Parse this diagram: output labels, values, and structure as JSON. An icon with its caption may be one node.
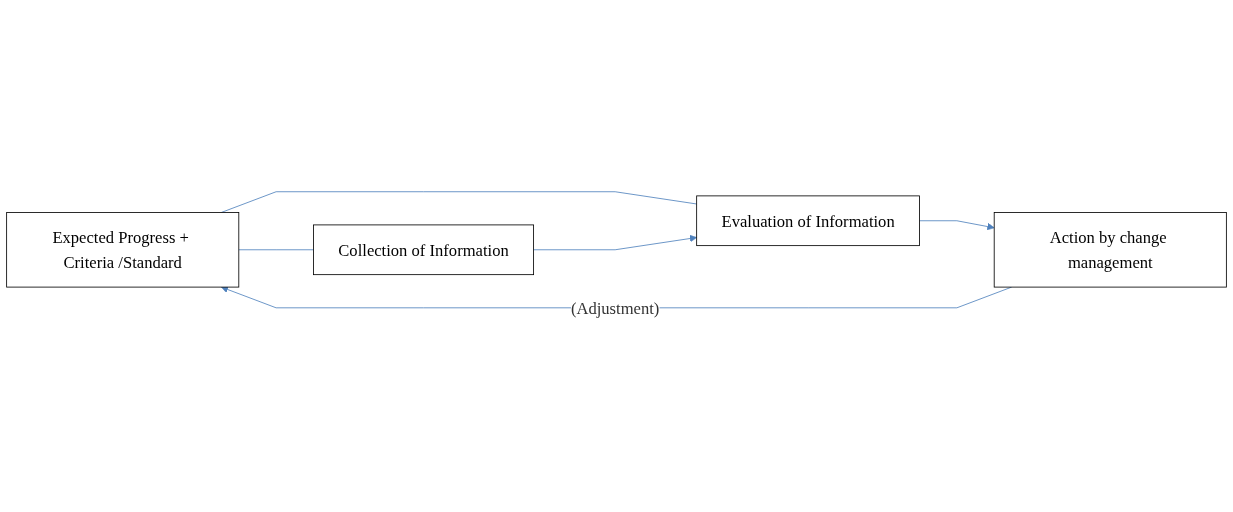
{
  "diagram": {
    "nodes": [
      {
        "text": [
          "Expected Progress + Criteria /Standard"
        ]
      },
      {
        "text": [
          "Collection of Information"
        ]
      },
      {
        "text": [
          "Evaluation of Information"
        ]
      },
      {
        "text": [
          "Action by change management"
        ]
      }
    ],
    "edges": [
      {
        "from": 0,
        "to": 1,
        "arrow": "none"
      },
      {
        "from": 0,
        "to": 2,
        "arrow": "none"
      },
      {
        "from": 1,
        "to": 2,
        "arrow": "to"
      },
      {
        "from": 2,
        "to": 3,
        "arrow": "to"
      },
      {
        "from": 3,
        "to": 0,
        "arrow": "to",
        "label": "(Adjustment)"
      }
    ]
  }
}
